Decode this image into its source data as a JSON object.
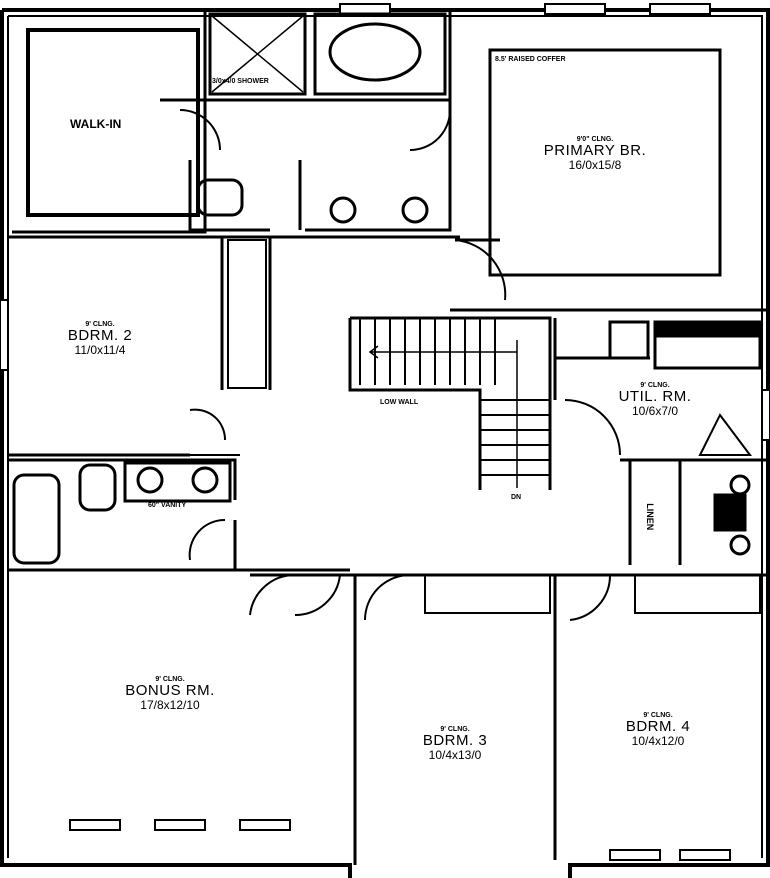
{
  "rooms": {
    "walk_in": {
      "name": "WALK-IN"
    },
    "shower": {
      "note": "3/0x4/0 SHOWER"
    },
    "primary": {
      "coffer": "8.5' RAISED COFFER",
      "ceiling": "9'0\" CLNG.",
      "name": "PRIMARY BR.",
      "size": "16/0x15/8"
    },
    "bdrm2": {
      "ceiling": "9' CLNG.",
      "name": "BDRM. 2",
      "size": "11/0x11/4"
    },
    "util": {
      "ceiling": "9' CLNG.",
      "name": "UTIL. RM.",
      "size": "10/6x7/0"
    },
    "bath2": {
      "vanity": "60\" VANITY"
    },
    "stairs": {
      "low_wall": "LOW WALL",
      "dn": "DN"
    },
    "linen": {
      "name": "LINEN"
    },
    "bonus": {
      "ceiling": "9' CLNG.",
      "name": "BONUS RM.",
      "size": "17/8x12/10"
    },
    "bdrm3": {
      "ceiling": "9' CLNG.",
      "name": "BDRM. 3",
      "size": "10/4x13/0"
    },
    "bdrm4": {
      "ceiling": "9' CLNG.",
      "name": "BDRM. 4",
      "size": "10/4x12/0"
    }
  }
}
